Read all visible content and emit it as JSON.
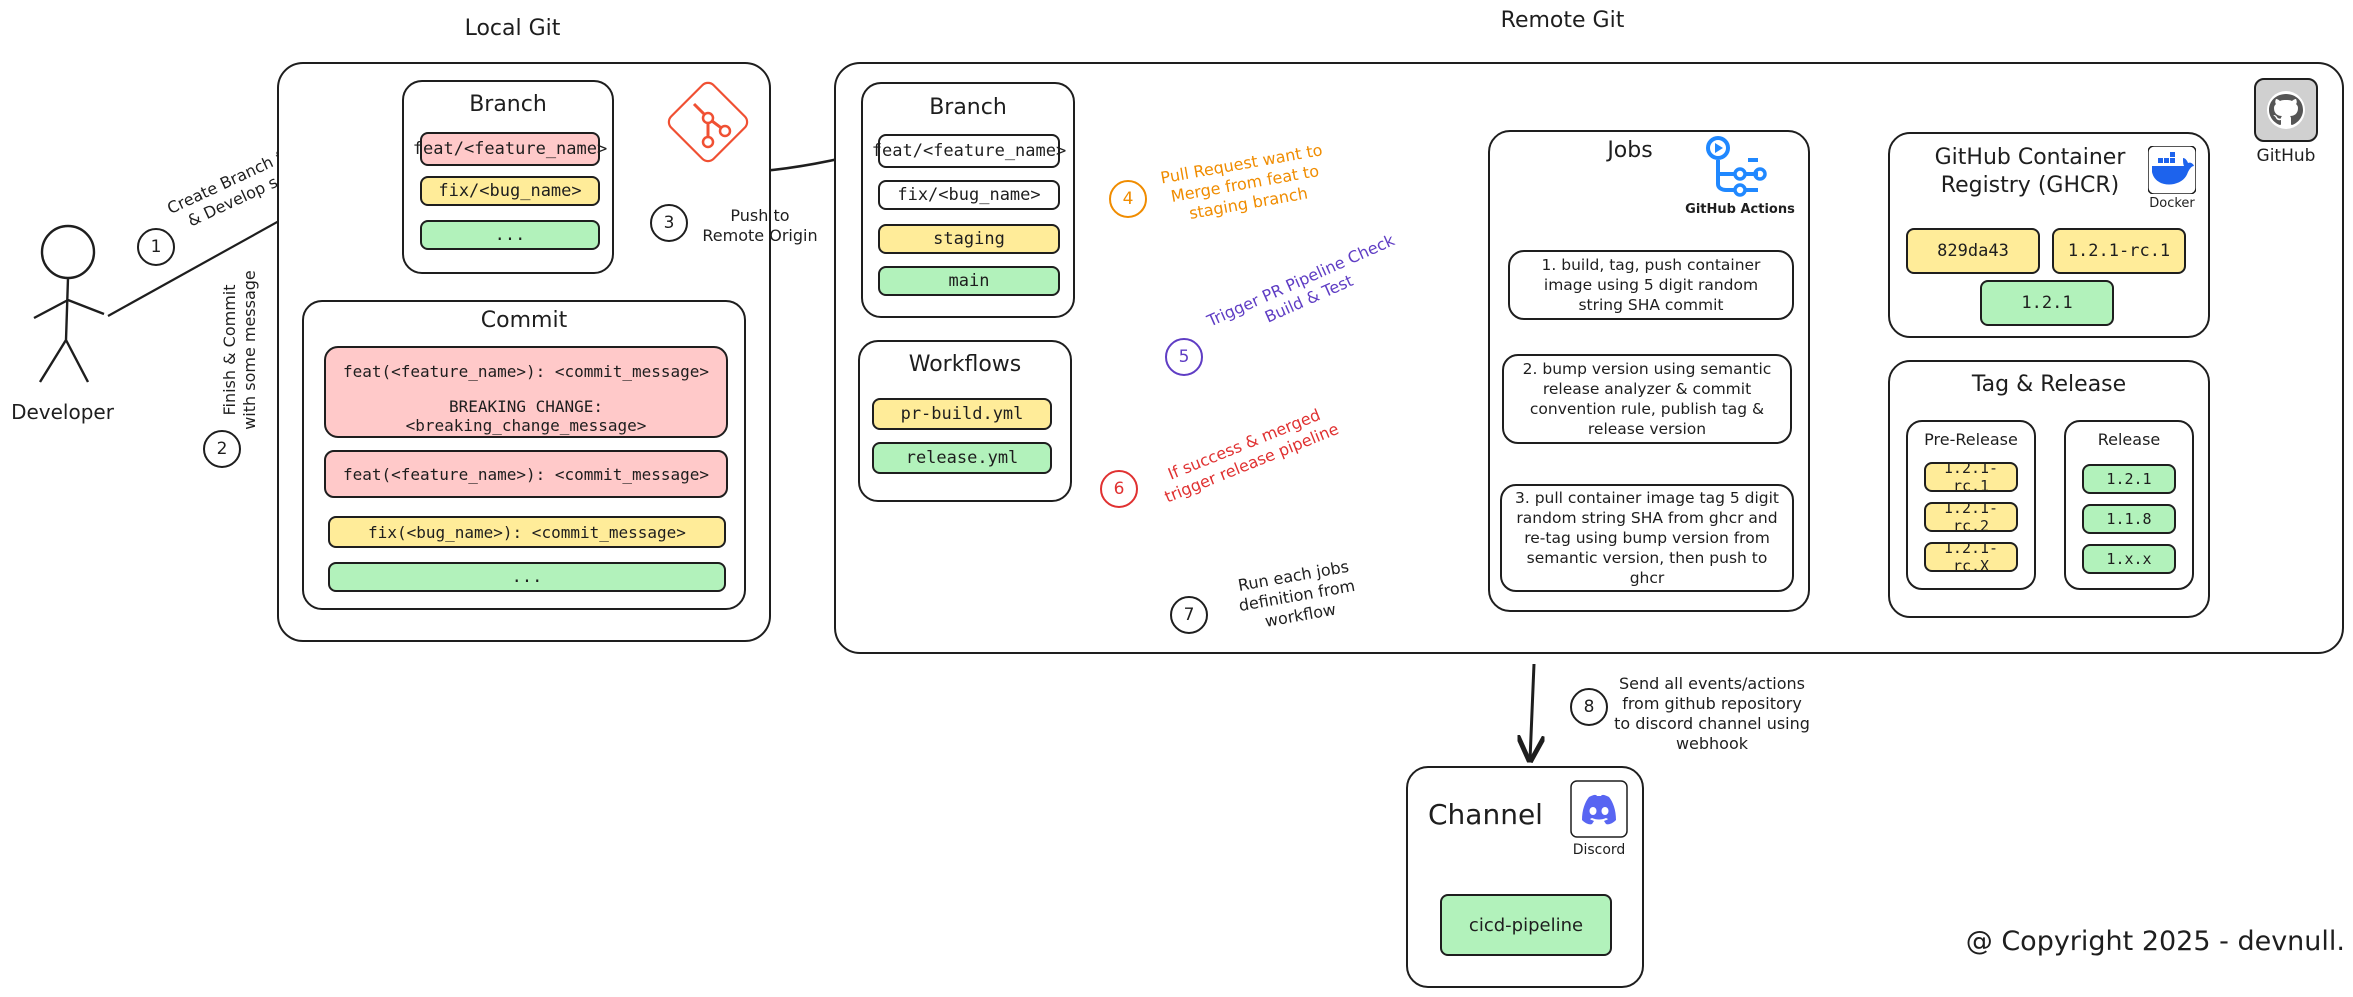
{
  "sections": {
    "local_git": "Local Git",
    "remote_git": "Remote Git"
  },
  "developer": {
    "label": "Developer"
  },
  "local_branch": {
    "title": "Branch",
    "items": [
      "feat/<feature_name>",
      "fix/<bug_name>",
      "..."
    ]
  },
  "local_commit": {
    "title": "Commit",
    "breaking": [
      "feat(<feature_name>): <commit_message>",
      "BREAKING CHANGE: <breaking_change_message>"
    ],
    "items": [
      "feat(<feature_name>): <commit_message>",
      "fix(<bug_name>): <commit_message>",
      "..."
    ]
  },
  "remote_branch": {
    "title": "Branch",
    "items": [
      "feat/<feature_name>",
      "fix/<bug_name>",
      "staging",
      "main"
    ]
  },
  "workflows": {
    "title": "Workflows",
    "items": [
      "pr-build.yml",
      "release.yml"
    ]
  },
  "jobs": {
    "title": "Jobs",
    "logo_text": "GitHub Actions",
    "steps": [
      "1. build, tag, push container image using 5 digit random string SHA commit",
      "2. bump version using semantic release analyzer & commit convention rule, publish tag & release version",
      "3. pull container image tag 5 digit random string SHA from ghcr and re-tag using bump version from semantic version, then push to ghcr"
    ]
  },
  "ghcr": {
    "title": "GitHub Container Registry (GHCR)",
    "logo_text": "Docker",
    "tags": [
      "829da43",
      "1.2.1-rc.1",
      "1.2.1"
    ]
  },
  "tag_release": {
    "title": "Tag & Release",
    "pre_release": {
      "title": "Pre-Release",
      "items": [
        "1.2.1-rc.1",
        "1.2.1-rc.2",
        "1.2.1-rc.X"
      ]
    },
    "release": {
      "title": "Release",
      "items": [
        "1.2.1",
        "1.1.8",
        "1.x.x"
      ]
    }
  },
  "github": {
    "logo_text": "GitHub"
  },
  "channel": {
    "title": "Channel",
    "logo_text": "Discord",
    "item": "cicd-pipeline"
  },
  "steps": {
    "s1": {
      "num": "1",
      "text": "Create Branch from staging & Develop some feature"
    },
    "s2": {
      "num": "2",
      "text": "Finish & Commit with some message"
    },
    "s3": {
      "num": "3",
      "text": "Push to Remote Origin"
    },
    "s4": {
      "num": "4",
      "text": "Pull Request want to Merge from feat to staging branch"
    },
    "s5": {
      "num": "5",
      "text": "Trigger PR Pipeline Check Build & Test"
    },
    "s6": {
      "num": "6",
      "text": "If success & merged trigger release pipeline"
    },
    "s7": {
      "num": "7",
      "text": "Run each jobs definition from workflow"
    },
    "s8": {
      "num": "8",
      "text": "Send all events/actions from github repository to discord channel using webhook"
    }
  },
  "copyright": "@ Copyright 2025 - devnull.",
  "colors": {
    "pink": "#ffc9c9",
    "yellow": "#ffec99",
    "green": "#b2f2bb",
    "orange": "#f08c00",
    "purple": "#5f3dc4",
    "red": "#e03131",
    "git": "#f05033",
    "actions": "#2088ff",
    "docker": "#1d63ed",
    "discord": "#5865f2"
  }
}
